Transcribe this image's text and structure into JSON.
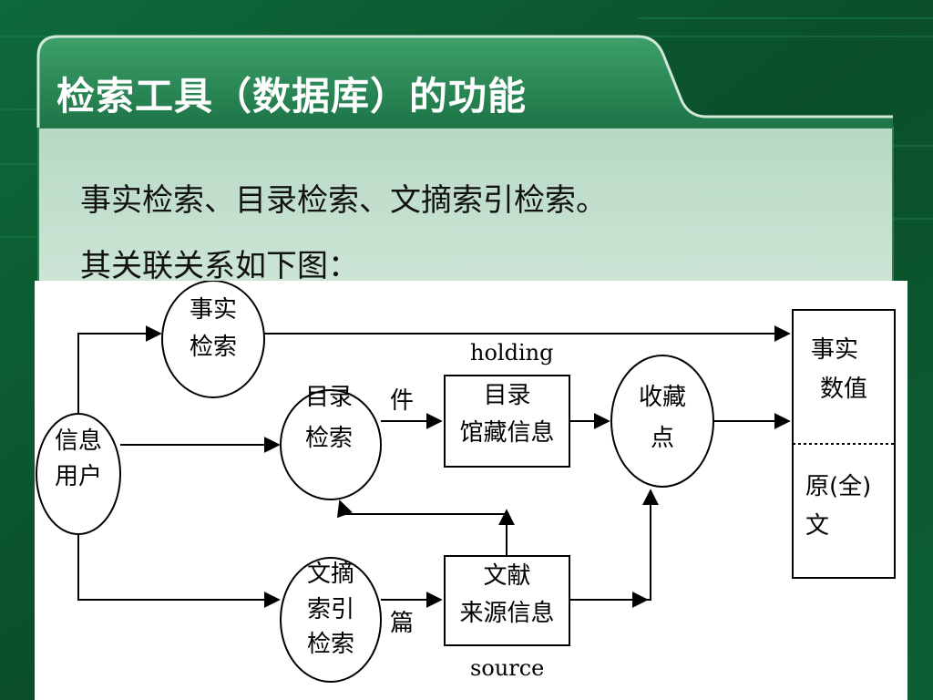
{
  "slide": {
    "title": "检索工具（数据库）的功能",
    "line1": "事实检索、目录检索、文摘索引检索。",
    "line2": "其关联关系如下图："
  },
  "diagram": {
    "fact_search": [
      "事实",
      "检索"
    ],
    "info_user": [
      "信息",
      "用户"
    ],
    "catalog_search": [
      "目录",
      "检索"
    ],
    "abstract_search": [
      "文摘",
      "索引",
      "检索"
    ],
    "catalog_holding": [
      "目录",
      "馆藏信息"
    ],
    "doc_source": [
      "文献",
      "来源信息"
    ],
    "collection_point": [
      "收藏",
      "点"
    ],
    "result_top": [
      "事实",
      "数值"
    ],
    "result_bottom": [
      "原(全)",
      "文"
    ],
    "label_holding": "holding",
    "label_source": "source",
    "label_jian": "件",
    "label_pian": "篇"
  },
  "colors": {
    "background": "#0b4a26",
    "panel": "#cfe5d9",
    "title_bar": "#2f8a5a"
  }
}
